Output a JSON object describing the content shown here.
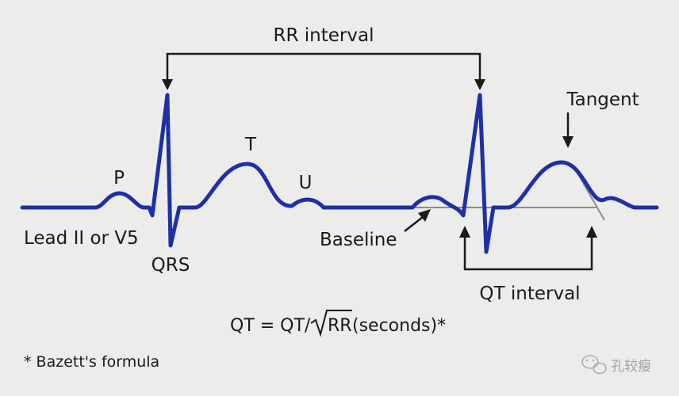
{
  "labels": {
    "rr_interval": "RR interval",
    "tangent": "Tangent",
    "p_wave": "P",
    "t_wave": "T",
    "u_wave": "U",
    "qrs": "QRS",
    "lead": "Lead II or V5",
    "baseline": "Baseline",
    "qt_interval": "QT interval"
  },
  "formula": {
    "left": "QT = QT/",
    "radicand": "RR",
    "right": " (seconds)*"
  },
  "footnote": "* Bazett's formula",
  "watermark": {
    "text": "孔较瘦"
  },
  "colors": {
    "trace": "#1f2fa8",
    "guide": "#8c8c8c",
    "text": "#1a1a1a",
    "background": "#ececeb"
  }
}
